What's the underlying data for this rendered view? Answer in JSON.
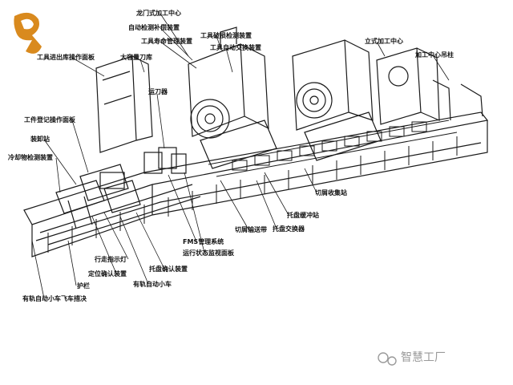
{
  "labels": {
    "l01": "龙门式加工中心",
    "l02": "自动检测补偿装置",
    "l03": "工具寿命管理装置",
    "l04": "工具破损检测装置",
    "l05": "工具自动交换装置",
    "l06": "立式加工中心",
    "l07": "加工中心吊柱",
    "l08": "工具进出库操作面板",
    "l09": "大容量刀库",
    "l10": "运刀器",
    "l11": "工件登记操作面板",
    "l12": "装卸站",
    "l13": "冷却物检测装置",
    "l14": "切屑收集站",
    "l15": "托盘缓冲站",
    "l16": "切屑输送带",
    "l17": "托盘交换器",
    "l18": "FMS管理系统",
    "l19": "运行状态监视面板",
    "l20": "行走指示灯",
    "l21": "托盘确认装置",
    "l22": "定位确认装置",
    "l23": "有轨自动小车",
    "l24": "护栏",
    "l25": "有轨自动小车飞车措决"
  },
  "watermark": {
    "text": "智慧工厂"
  },
  "colors": {
    "ink": "#1a1a1a",
    "logo": "#d98a1e",
    "watermark": "#9a9a9a"
  }
}
